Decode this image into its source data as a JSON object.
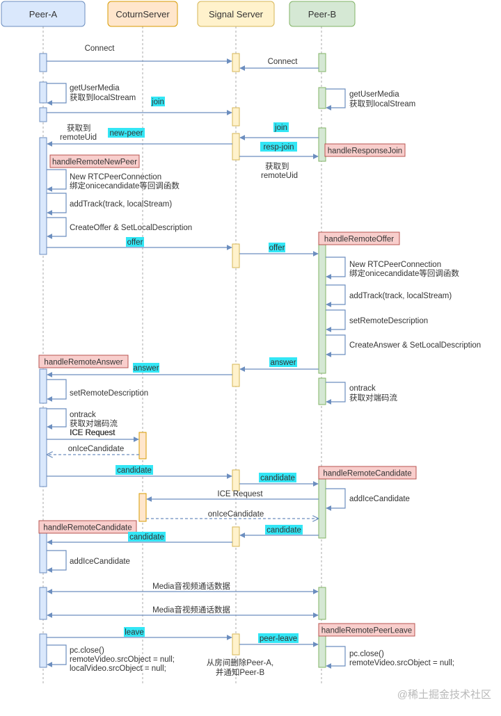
{
  "participants": [
    {
      "id": "a",
      "label": "Peer-A",
      "fill": "#dae8fc",
      "stroke": "#6c8ebf"
    },
    {
      "id": "t",
      "label": "CoturnServer",
      "fill": "#ffe6cc",
      "stroke": "#d79b00"
    },
    {
      "id": "s",
      "label": "Signal Server",
      "fill": "#fff2cc",
      "stroke": "#d6b656"
    },
    {
      "id": "b",
      "label": "Peer-B",
      "fill": "#d5e8d4",
      "stroke": "#82b366"
    }
  ],
  "colors": {
    "arrow": "#6c8ebf",
    "highlight": "#33e6f5",
    "handler_fill": "#f8cecc",
    "handler_stroke": "#b85450",
    "lifeline": "#aaaaaa"
  },
  "messages": [
    {
      "label": "Connect",
      "highlight": false
    },
    {
      "label": "Connect",
      "highlight": false
    },
    {
      "label": "join",
      "highlight": true
    },
    {
      "label": "join",
      "highlight": true
    },
    {
      "label": "new-peer",
      "highlight": true
    },
    {
      "label": "resp-join",
      "highlight": true
    },
    {
      "label": "offer",
      "highlight": true
    },
    {
      "label": "offer",
      "highlight": true
    },
    {
      "label": "answer",
      "highlight": true
    },
    {
      "label": "answer",
      "highlight": true
    },
    {
      "label": "ICE Request",
      "highlight": false
    },
    {
      "label": "onIceCandidate",
      "highlight": false
    },
    {
      "label": "candidate",
      "highlight": true
    },
    {
      "label": "candidate",
      "highlight": true
    },
    {
      "label": "ICE Request",
      "highlight": false
    },
    {
      "label": "onIceCandidate",
      "highlight": false
    },
    {
      "label": "candidate",
      "highlight": true
    },
    {
      "label": "candidate",
      "highlight": true
    },
    {
      "label": "Media音视频通话数据",
      "highlight": false
    },
    {
      "label": "Media音视频通话数据",
      "highlight": false
    },
    {
      "label": "leave",
      "highlight": true
    },
    {
      "label": "peer-leave",
      "highlight": true
    }
  ],
  "self_calls": [
    {
      "lines": [
        "getUserMedia",
        "获取到localStream"
      ]
    },
    {
      "lines": [
        "getUserMedia",
        "获取到localStream"
      ]
    },
    {
      "lines": [
        "New RTCPeerConnection",
        "绑定onicecandidate等回调函数"
      ]
    },
    {
      "lines": [
        "addTrack(track, localStream)"
      ]
    },
    {
      "lines": [
        "CreateOffer &  SetLocalDescription"
      ]
    },
    {
      "lines": [
        "New RTCPeerConnection",
        "绑定onicecandidate等回调函数"
      ]
    },
    {
      "lines": [
        "addTrack(track, localStream)"
      ]
    },
    {
      "lines": [
        "setRemoteDescription"
      ]
    },
    {
      "lines": [
        "CreateAnswer &  SetLocalDescription"
      ]
    },
    {
      "lines": [
        "setRemoteDescription"
      ]
    },
    {
      "lines": [
        "ontrack",
        "获取对端码流",
        "ICE Request"
      ]
    },
    {
      "lines": [
        "ontrack",
        "获取对端码流"
      ]
    },
    {
      "lines": [
        "addIceCandidate"
      ]
    },
    {
      "lines": [
        "addIceCandidate"
      ]
    },
    {
      "lines": [
        "pc.close()",
        "remoteVideo.srcObject = null;",
        "localVideo.srcObject = null;"
      ]
    },
    {
      "lines": [
        "pc.close()",
        "remoteVideo.srcObject = null;"
      ]
    }
  ],
  "handlers": [
    "handleResponseJoin",
    "handleRemoteNewPeer",
    "handleRemoteOffer",
    "handleRemoteAnswer",
    "handleRemoteCandidate",
    "handleRemoteCandidate",
    "handleRemotePeerLeave"
  ],
  "notes": [
    {
      "lines": [
        "获取到",
        "remoteUid"
      ]
    },
    {
      "lines": [
        "获取到",
        "remoteUid"
      ]
    },
    {
      "lines": [
        "从房间删除Peer-A,",
        "并通知Peer-B"
      ]
    }
  ],
  "watermark": "@稀土掘金技术社区"
}
